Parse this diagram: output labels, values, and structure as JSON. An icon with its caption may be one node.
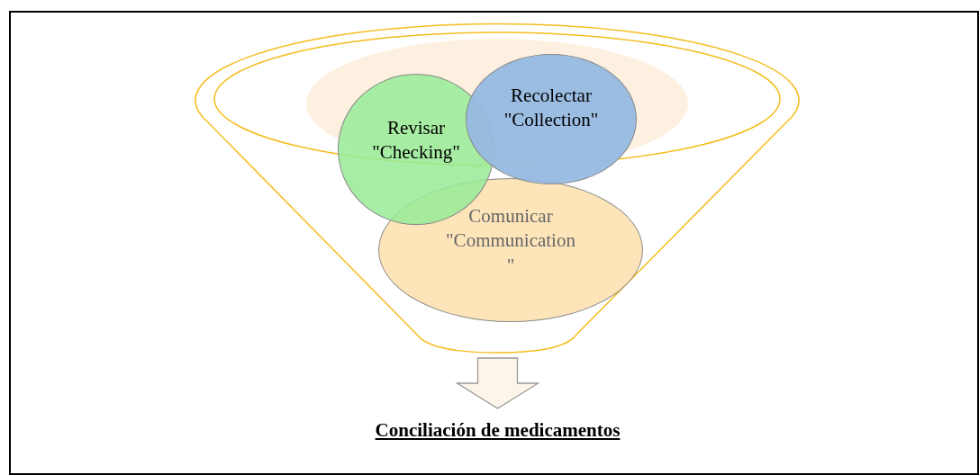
{
  "diagram": {
    "nodes": [
      {
        "text": [],
        "shape": "funnel"
      },
      {
        "text": [
          "Revisar \"Checking\""
        ],
        "in": 0
      },
      {
        "text": [
          "Recolectar \"Collection\""
        ],
        "in": 0
      },
      {
        "text": [
          "Comunicar \"Communication\""
        ],
        "in": 0
      },
      {
        "text": [
          "Conciliación de medicamentos"
        ]
      }
    ],
    "edges": [
      {
        "from": 0,
        "to": 4,
        "arrow": "to"
      }
    ]
  }
}
